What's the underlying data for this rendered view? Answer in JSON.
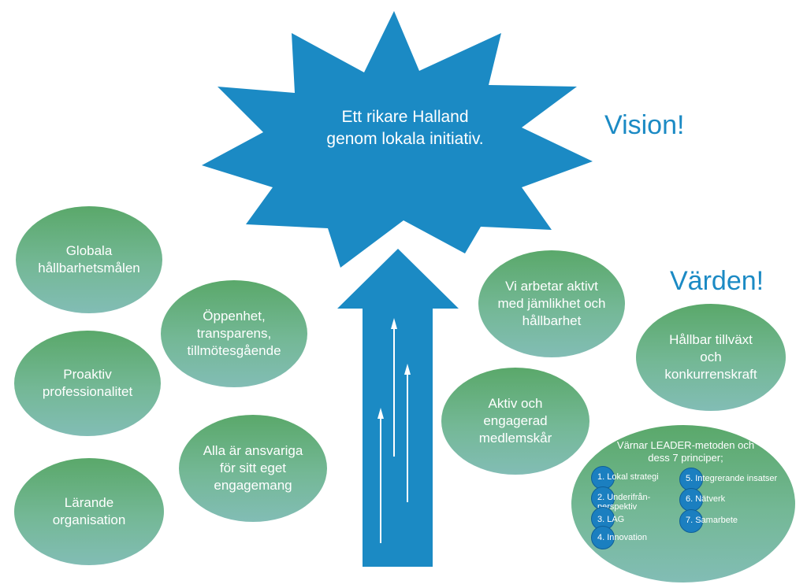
{
  "star": {
    "text": "Ett rikare Halland\ngenom lokala initiativ."
  },
  "headings": {
    "vision": "Vision!",
    "varden": "Värden!"
  },
  "values": [
    "Globala\nhållbarhetsmålen",
    "Proaktiv\nprofessionalitet",
    "Lärande\norganisation",
    "Öppenhet,\ntransparens,\ntillmötesgående",
    "Alla är ansvariga\nför sitt eget\nengagemang",
    "Vi arbetar aktivt\nmed jämlikhet och\nhållbarhet",
    "Aktiv och\nengagerad\nmedlemskår",
    "Hållbar tillväxt\noch\nkonkurrenskraft"
  ],
  "leader": {
    "title": "Värnar LEADER-metoden och\ndess 7 principer;",
    "principles": [
      "1. Lokal strategi",
      "2. Underifrån-\nperspektiv",
      "3. LAG",
      "4. Innovation",
      "5. Integrerande insatser",
      "6. Nätverk",
      "7. Samarbete"
    ]
  },
  "colors": {
    "blue": "#1b8ac4",
    "green": "#5aa86a",
    "teal": "#82bdb5"
  }
}
